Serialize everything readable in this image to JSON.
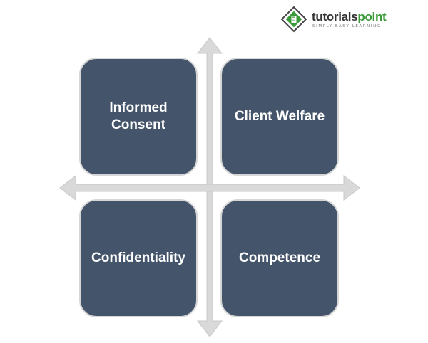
{
  "logo": {
    "brand_prefix": "tutorials",
    "brand_suffix": "point",
    "tagline": "SIMPLY EASY LEARNING"
  },
  "quadrants": {
    "top_left": "Informed\nConsent",
    "top_right": "Client Welfare",
    "bottom_left": "Confidentiality",
    "bottom_right": "Competence"
  },
  "colors": {
    "box_fill": "#44546a",
    "box_text": "#ffffff",
    "arrow": "#d9d9d9",
    "logo_green": "#3a9a3a"
  }
}
